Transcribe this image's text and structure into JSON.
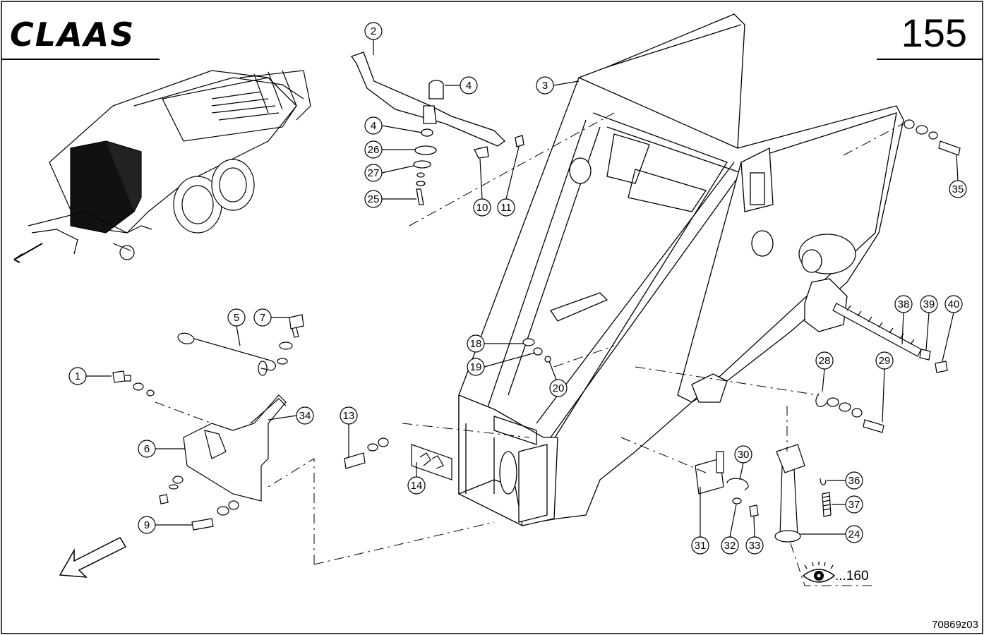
{
  "header": {
    "brand": "CLAAS",
    "page_number": "155"
  },
  "footer": {
    "drawing_number": "70869z03"
  },
  "cross_reference": {
    "text": "...160",
    "icon": "eye-icon"
  },
  "callouts": [
    "1",
    "2",
    "3",
    "4",
    "4",
    "5",
    "6",
    "7",
    "9",
    "10",
    "11",
    "13",
    "14",
    "18",
    "19",
    "20",
    "24",
    "25",
    "26",
    "27",
    "28",
    "29",
    "30",
    "31",
    "32",
    "33",
    "34",
    "35",
    "36",
    "37",
    "38",
    "39",
    "40"
  ]
}
